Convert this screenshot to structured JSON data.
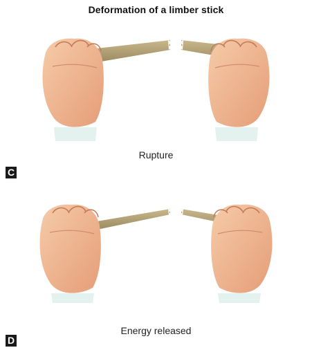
{
  "title": "Deformation of a limber stick",
  "panels": [
    {
      "label": "C",
      "caption": "Rupture"
    },
    {
      "label": "D",
      "caption": "Energy released"
    }
  ],
  "colors": {
    "skin": "#f0b890",
    "skin_shadow": "#d98a68",
    "stick": "#b0a078",
    "stick_highlight": "#d8c9a0",
    "cuff": "#dff0ee",
    "badge": "#1a1a1a"
  }
}
